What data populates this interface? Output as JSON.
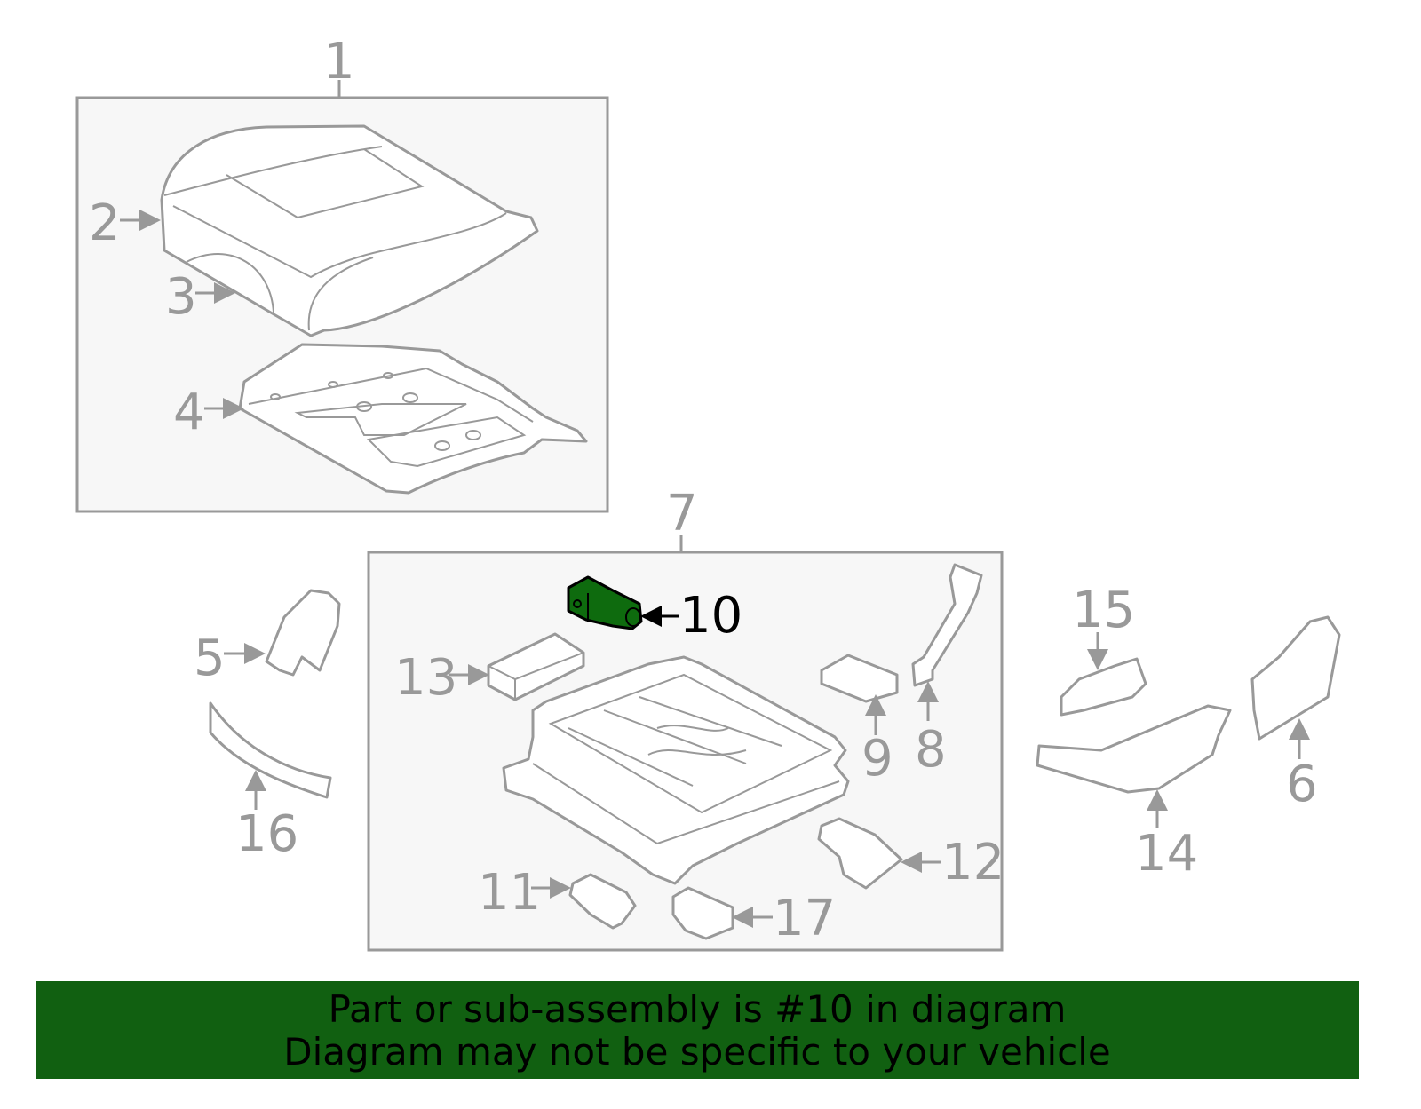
{
  "diagram": {
    "highlighted_part": "10",
    "highlight_color": "#0e6b0e",
    "line_color": "#999999",
    "callouts": {
      "c1": "1",
      "c2": "2",
      "c3": "3",
      "c4": "4",
      "c5": "5",
      "c6": "6",
      "c7": "7",
      "c8": "8",
      "c9": "9",
      "c10": "10",
      "c11": "11",
      "c12": "12",
      "c13": "13",
      "c14": "14",
      "c15": "15",
      "c16": "16",
      "c17": "17"
    }
  },
  "banner": {
    "line1": "Part or sub-assembly is #10 in diagram",
    "line2": "Diagram may not be specific to your vehicle",
    "color": "#116011"
  }
}
